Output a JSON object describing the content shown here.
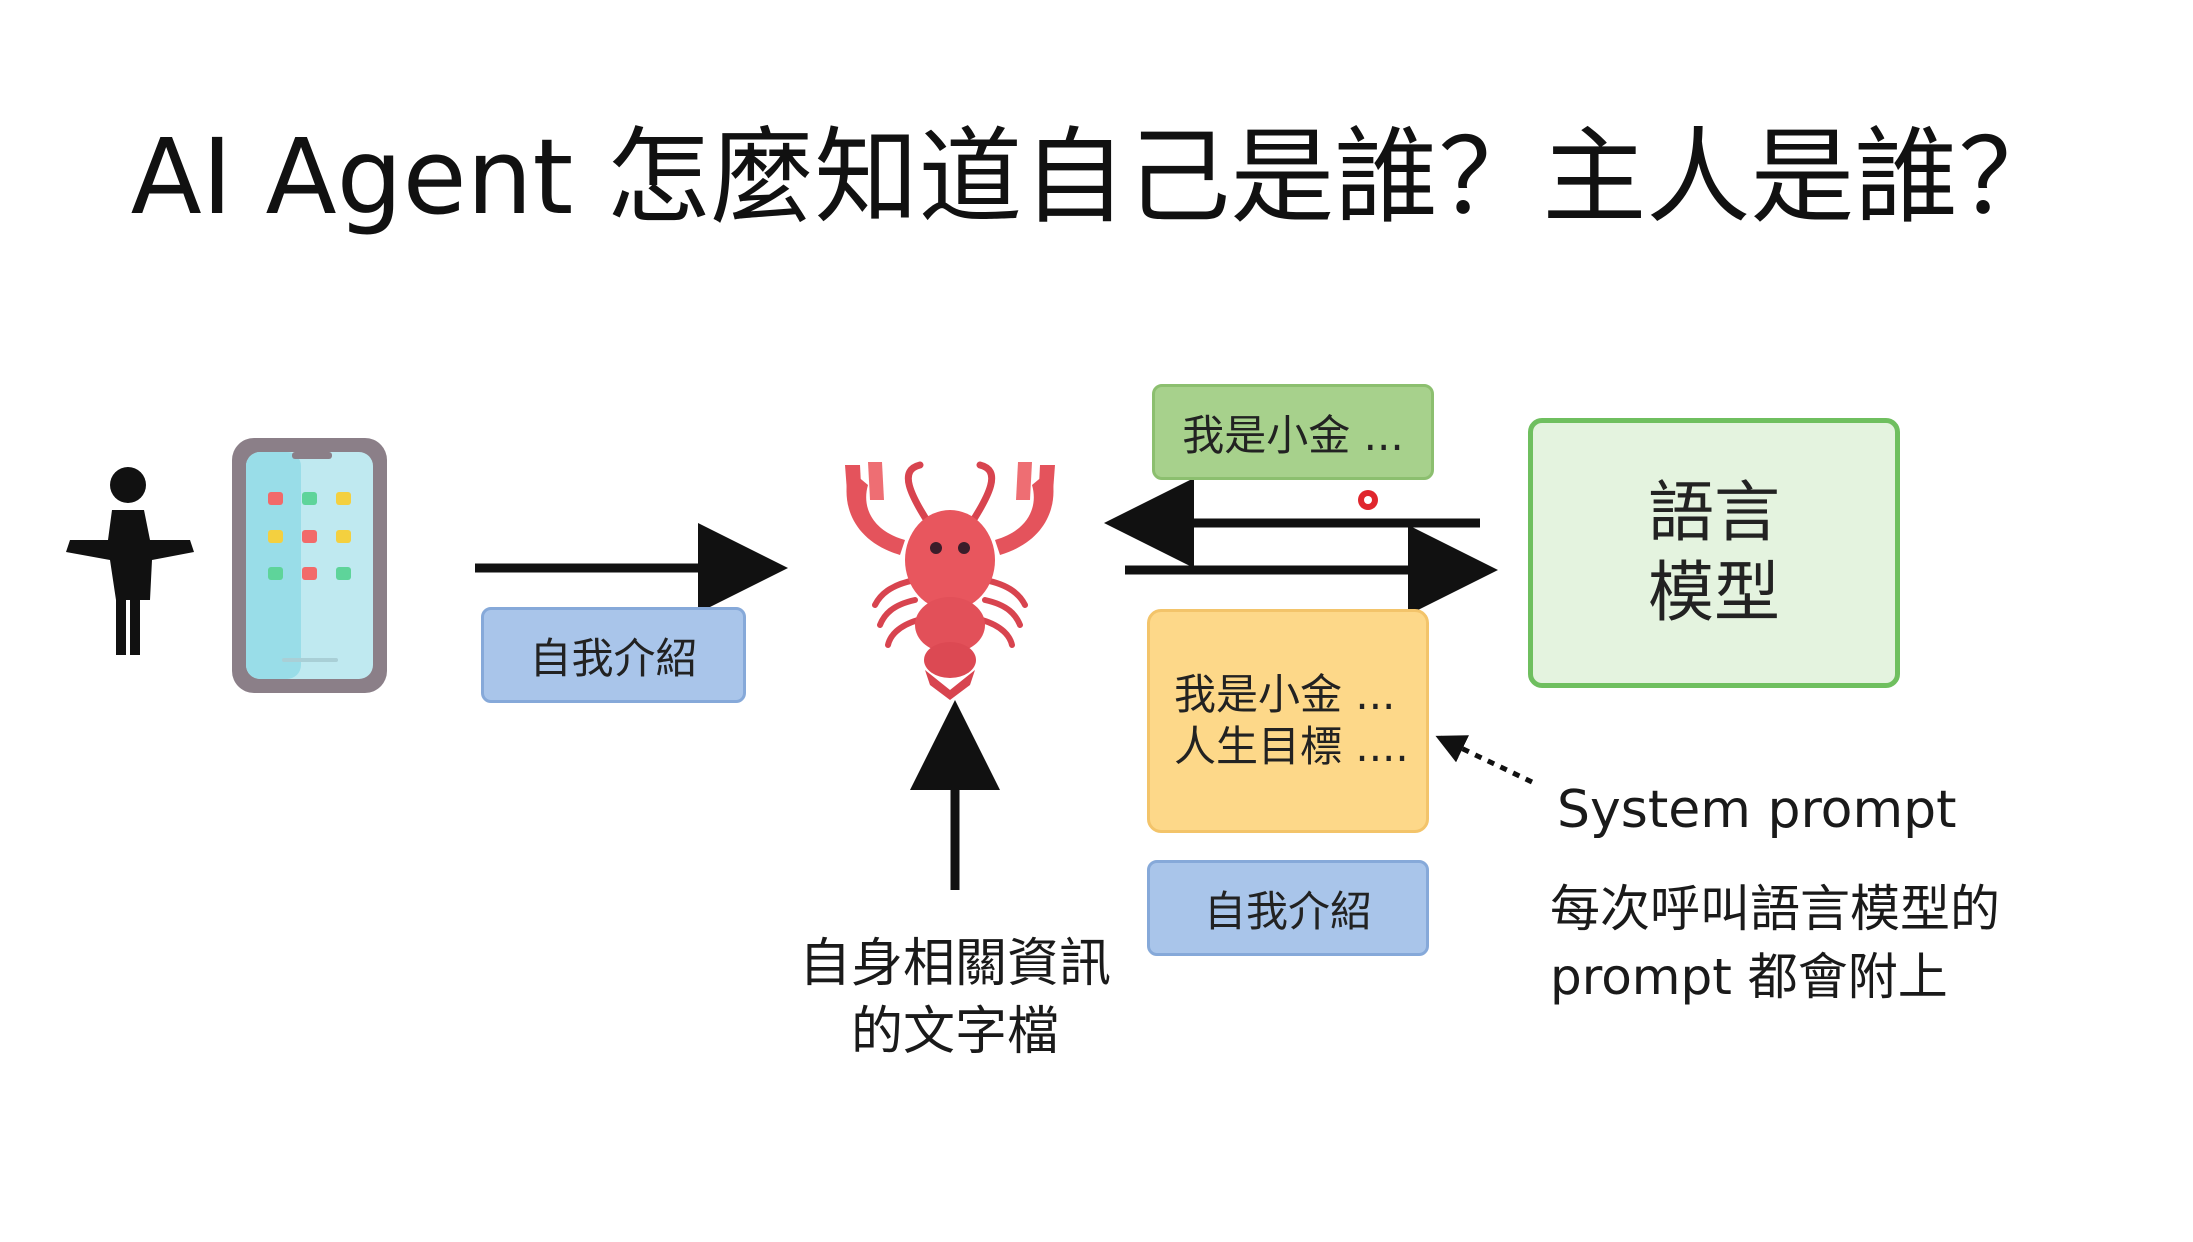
{
  "title": "AI Agent 怎麼知道自己是誰？主人是誰？",
  "boxes": {
    "self_intro_left": "自我介紹",
    "green_reply": "我是小金 ...",
    "yellow_line1": "我是小金 ...",
    "yellow_line2": "人生目標 ....",
    "self_intro_right": "自我介紹",
    "model_line1": "語言",
    "model_line2": "模型"
  },
  "labels": {
    "file_line1": "自身相關資訊",
    "file_line2": "的文字檔",
    "system_prompt": "System prompt",
    "note_line1": "每次呼叫語言模型的",
    "note_line2": "prompt 都會附上"
  },
  "icons": {
    "person": "person-shrugging-icon",
    "phone": "smartphone-icon",
    "agent": "lobster-icon",
    "pointer": "red-laser-pointer"
  },
  "colors": {
    "blue_box": "#a9c5ea",
    "green_box": "#a7d18c",
    "yellow_box": "#fdd889",
    "model_border": "#6fbf5f",
    "lobster": "#e8565e"
  }
}
